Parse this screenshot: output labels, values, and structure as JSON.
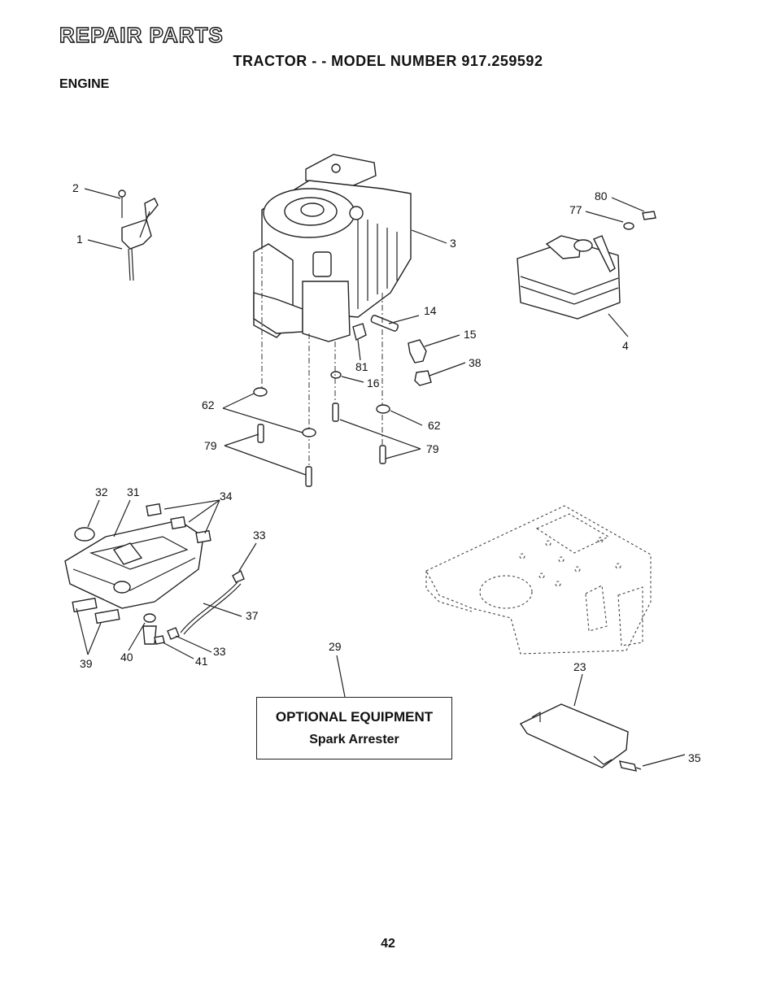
{
  "header": {
    "title": "REPAIR PARTS",
    "subtitle": "TRACTOR - - MODEL NUMBER 917.259592",
    "section": "ENGINE"
  },
  "optional_equipment": {
    "title": "OPTIONAL EQUIPMENT",
    "item": "Spark Arrester"
  },
  "callouts": [
    "2",
    "1",
    "3",
    "80",
    "77",
    "4",
    "14",
    "15",
    "81",
    "38",
    "16",
    "62",
    "62",
    "79",
    "79",
    "32",
    "31",
    "34",
    "33",
    "37",
    "39",
    "40",
    "41",
    "33",
    "29",
    "23",
    "35"
  ],
  "page_number": "42"
}
